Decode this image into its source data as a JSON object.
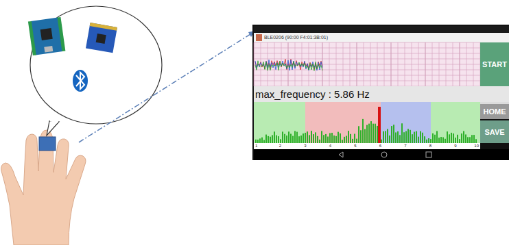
{
  "diagram": {
    "nodes": [
      {
        "text": [
          "START"
        ]
      },
      {
        "text": [
          "HOME"
        ]
      },
      {
        "text": [
          "SAVE"
        ]
      }
    ],
    "labels": [
      "BLE0206 (90:00 F4:01:3B:01)",
      "max_frequency : 5.86 Hz",
      "1",
      "2",
      "3",
      "4",
      "5",
      "6",
      "7",
      "8",
      "9",
      "10"
    ]
  }
}
